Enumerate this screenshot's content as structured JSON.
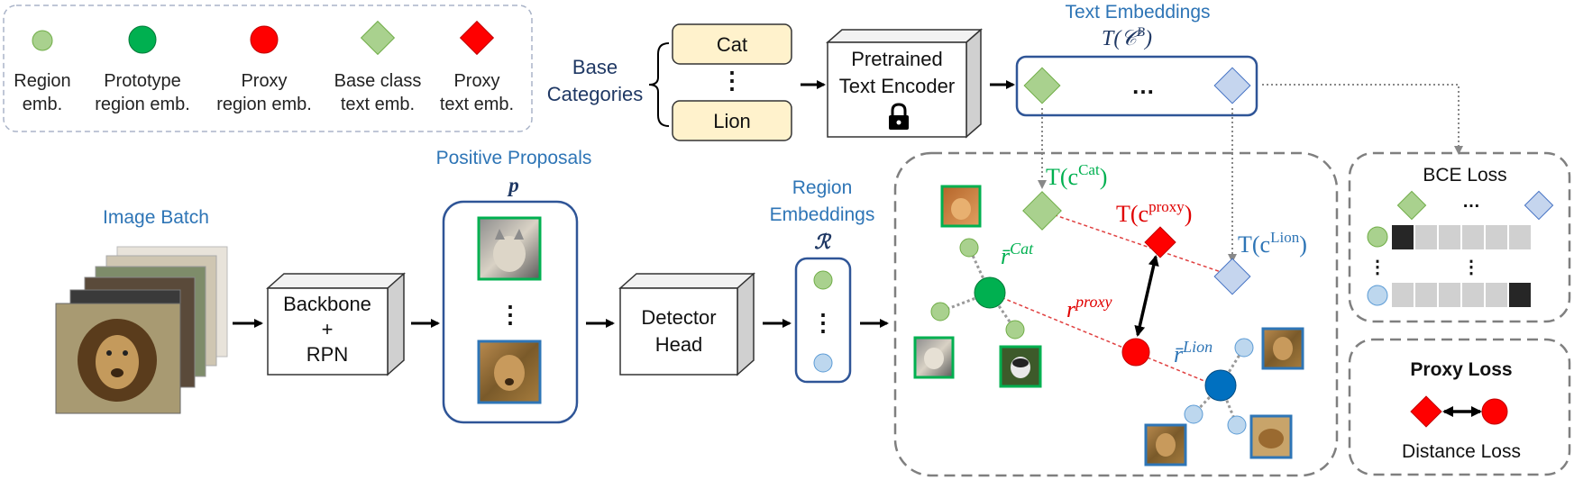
{
  "legend": {
    "items": [
      {
        "label1": "Region",
        "label2": "emb."
      },
      {
        "label1": "Prototype",
        "label2": "region emb."
      },
      {
        "label1": "Proxy",
        "label2": "region emb."
      },
      {
        "label1": "Base class",
        "label2": "text emb."
      },
      {
        "label1": "Proxy",
        "label2": "text emb."
      }
    ]
  },
  "base_categories": {
    "label1": "Base",
    "label2": "Categories",
    "items": [
      "Cat",
      "⋮",
      "Lion"
    ]
  },
  "text_encoder": {
    "label1": "Pretrained",
    "label2": "Text Encoder"
  },
  "text_embeddings": {
    "title": "Text Embeddings",
    "symbol": "T(𝒞",
    "symbol_sup": "B",
    "symbol_close": ")",
    "ellipsis": "…"
  },
  "image_batch": {
    "label": "Image Batch"
  },
  "backbone": {
    "label1": "Backbone",
    "label2": "+",
    "label3": "RPN"
  },
  "positive_proposals": {
    "label": "Positive Proposals",
    "symbol": "p",
    "ellipsis": "⋮"
  },
  "detector_head": {
    "label1": "Detector",
    "label2": "Head"
  },
  "region_embeddings": {
    "label1": "Region",
    "label2": "Embeddings",
    "symbol": "ℛ",
    "ellipsis": "⋮"
  },
  "embedding_space": {
    "t_cat": {
      "base": "T(c",
      "sup": "Cat",
      "close": ")"
    },
    "t_proxy": {
      "base": "T(c",
      "sup": "proxy",
      "close": ")"
    },
    "t_lion": {
      "base": "T(c",
      "sup": "Lion",
      "close": ")"
    },
    "r_cat": {
      "base": "r̄",
      "sup": "Cat"
    },
    "r_proxy": {
      "base": "r",
      "sup": "proxy"
    },
    "r_lion": {
      "base": "r̄",
      "sup": "Lion"
    }
  },
  "bce_loss": {
    "title": "BCE Loss",
    "ellipsis_h": "…",
    "ellipsis_v": "⋮"
  },
  "proxy_loss": {
    "title": "Proxy Loss",
    "subtitle": "Distance Loss"
  },
  "colors": {
    "light_green": "#a9d18e",
    "green": "#00b050",
    "red": "#ff0000",
    "light_blue": "#bdd7ee",
    "blue": "#0070c0",
    "navy": "#1f3864",
    "text_blue": "#2e75b6",
    "cream": "#fff2cc"
  }
}
